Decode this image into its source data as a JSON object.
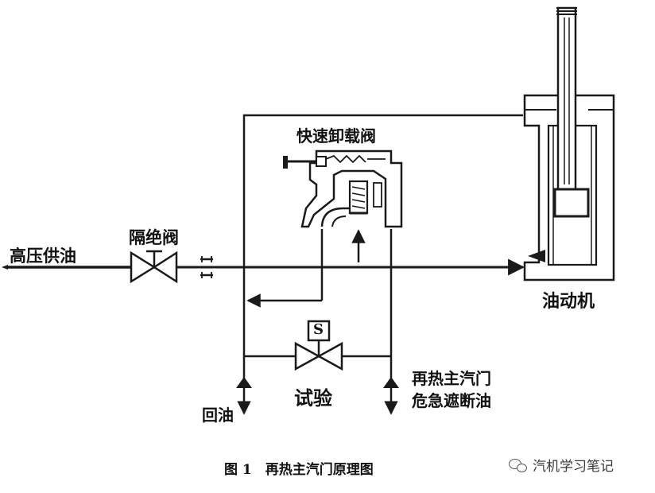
{
  "labels": {
    "high_pressure_supply": "高压供油",
    "isolation_valve": "隔绝阀",
    "fast_unload_valve": "快速卸载阀",
    "oil_actuator": "油动机",
    "test": "试验",
    "solenoid": "S",
    "return_oil": "回油",
    "emergency_trip_line1": "再热主汽门",
    "emergency_trip_line2": "危急遮断油"
  },
  "caption": "图 1　再热主汽门原理图",
  "watermark": "汽机学习笔记",
  "colors": {
    "line": "#1a1a1a",
    "background": "#ffffff",
    "watermark": "#3a3a3a"
  }
}
